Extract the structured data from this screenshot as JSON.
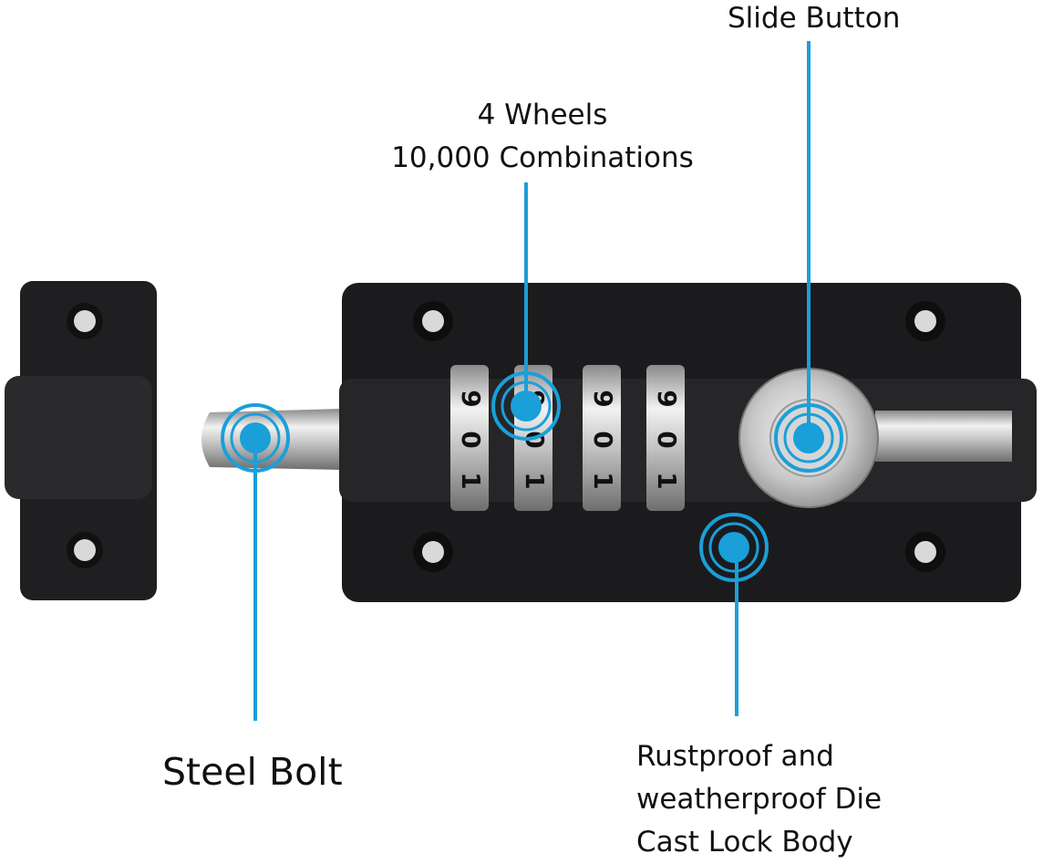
{
  "callouts": {
    "slide_button": "Slide Button",
    "wheels_line1": "4 Wheels",
    "wheels_line2": "10,000 Combinations",
    "steel_bolt": "Steel Bolt",
    "body_line1": "Rustproof and",
    "body_line2": "weatherproof Die",
    "body_line3": "Cast Lock Body"
  },
  "wheel_digits": [
    "9",
    "0",
    "1"
  ],
  "colors": {
    "accent": "#1a9fd9",
    "body": "#1c1c1e",
    "metal": "#c9c9c9"
  }
}
